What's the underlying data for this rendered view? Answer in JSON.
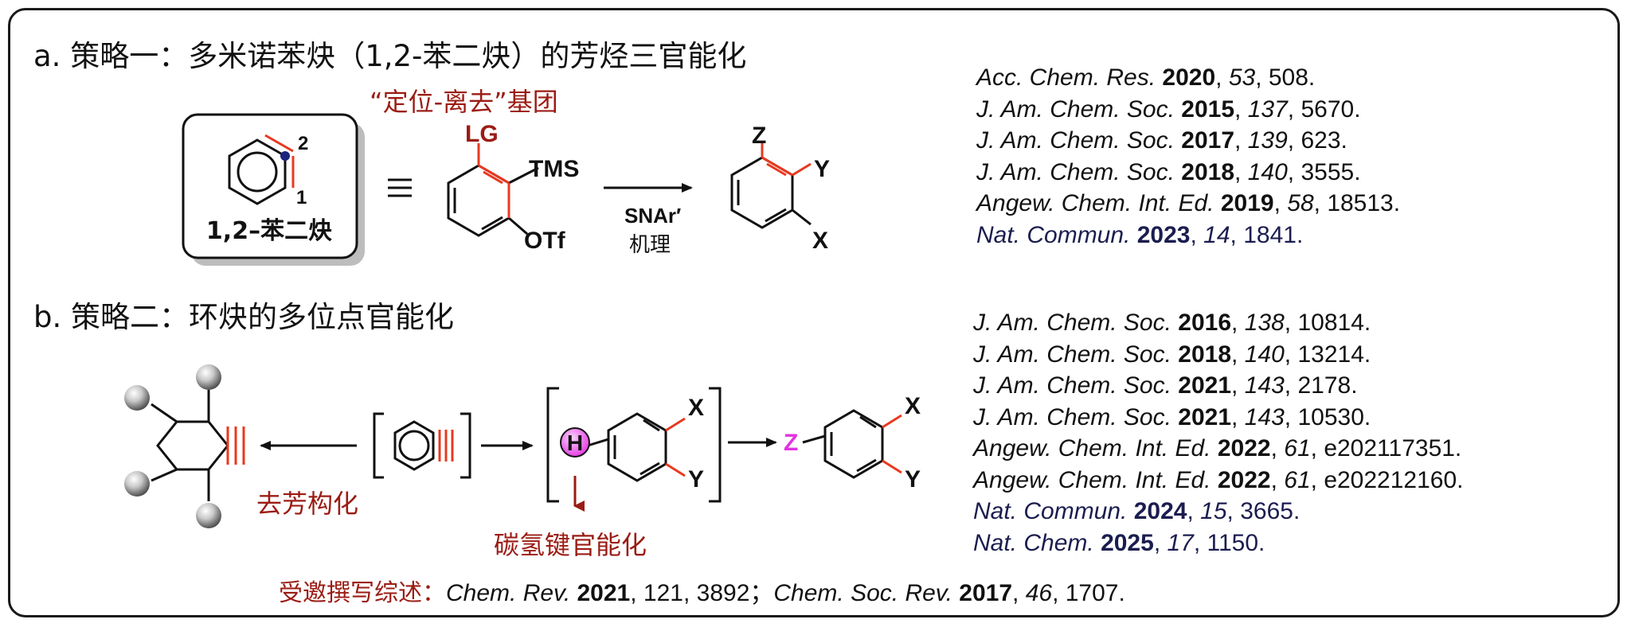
{
  "section_a": {
    "title": "a. 策略一：多米诺苯炔（1,2-苯二炔）的芳烃三官能化",
    "lg_caption": "“定位-离去”基团",
    "box_label": "1,2–苯二炔",
    "locant_1": "1",
    "locant_2": "2",
    "lg": "LG",
    "tms": "TMS",
    "otf": "OTf",
    "arrow_top": "SNAr′",
    "arrow_bottom": "机理",
    "product_z": "Z",
    "product_y": "Y",
    "product_x": "X",
    "references": [
      {
        "journal": "Acc. Chem. Res.",
        "year": "2020",
        "volume": "53",
        "page": "508."
      },
      {
        "journal": "J. Am. Chem. Soc.",
        "year": "2015",
        "volume": "137",
        "page": "5670."
      },
      {
        "journal": "J. Am. Chem. Soc.",
        "year": "2017",
        "volume": "139",
        "page": "623."
      },
      {
        "journal": "J. Am. Chem. Soc.",
        "year": "2018",
        "volume": "140",
        "page": "3555."
      },
      {
        "journal": "Angew. Chem. Int. Ed.",
        "year": "2019",
        "volume": "58",
        "page": "18513."
      },
      {
        "journal": "Nat. Commun.",
        "year": "2023",
        "volume": "14",
        "page": "1841."
      }
    ]
  },
  "section_b": {
    "title": "b. 策略二：环炔的多位点官能化",
    "dearom_label": "去芳构化",
    "ch_label": "碳氢键官能化",
    "h": "H",
    "x": "X",
    "y": "Y",
    "z": "Z",
    "references": [
      {
        "journal": "J. Am. Chem. Soc.",
        "year": "2016",
        "volume": "138",
        "page": "10814."
      },
      {
        "journal": "J. Am. Chem. Soc.",
        "year": "2018",
        "volume": "140",
        "page": "13214."
      },
      {
        "journal": "J. Am. Chem. Soc.",
        "year": "2021",
        "volume": "143",
        "page": "2178."
      },
      {
        "journal": "J. Am. Chem. Soc.",
        "year": "2021",
        "volume": "143",
        "page": "10530."
      },
      {
        "journal": "Angew. Chem. Int. Ed.",
        "year": "2022",
        "volume": "61",
        "page": "e202117351."
      },
      {
        "journal": "Angew. Chem. Int. Ed.",
        "year": "2022",
        "volume": "61",
        "page": "e202212160."
      },
      {
        "journal": "Nat. Commun.",
        "year": "2024",
        "volume": "15",
        "page": "3665."
      },
      {
        "journal": "Nat. Chem.",
        "year": "2025",
        "volume": "17",
        "page": "1150."
      }
    ]
  },
  "footer": {
    "label": "受邀撰写综述：",
    "ref1_journal": "Chem. Rev.",
    "ref1_year": "2021",
    "ref1_rest": ", 121, 3892；",
    "ref2_journal": "Chem. Soc. Rev.",
    "ref2_year": "2017",
    "ref2_volume": "46",
    "ref2_page": ", 1707."
  },
  "colors": {
    "accent_red": "#e8391f",
    "label_red": "#9b1c14",
    "navy": "#1b1d4f",
    "magenta": "#e233e2",
    "dot_blue": "#1a237e"
  }
}
